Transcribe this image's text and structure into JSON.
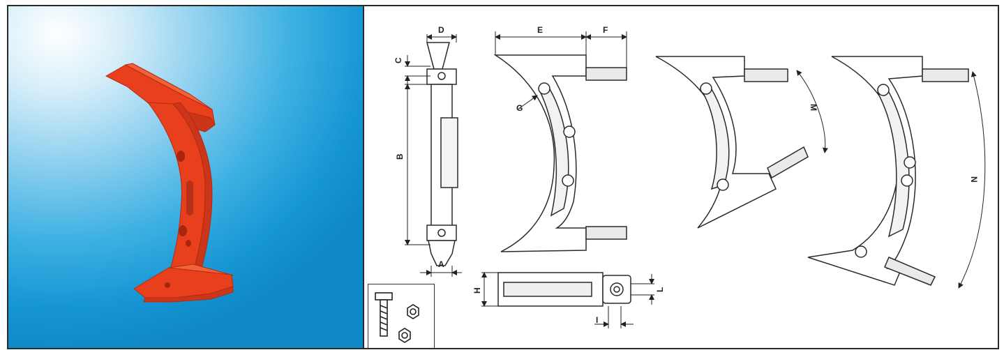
{
  "dimension_labels": {
    "A": "A",
    "B": "B",
    "C": "C",
    "D": "D",
    "E": "E",
    "F": "F",
    "G": "G",
    "H": "H",
    "I": "I",
    "L": "L",
    "M": "M",
    "N": "N"
  },
  "colors": {
    "photo_bg_light": "#ffffff",
    "photo_bg_dark": "#1796d4",
    "part_red": "#e8401c",
    "line": "#2a2a2a"
  }
}
